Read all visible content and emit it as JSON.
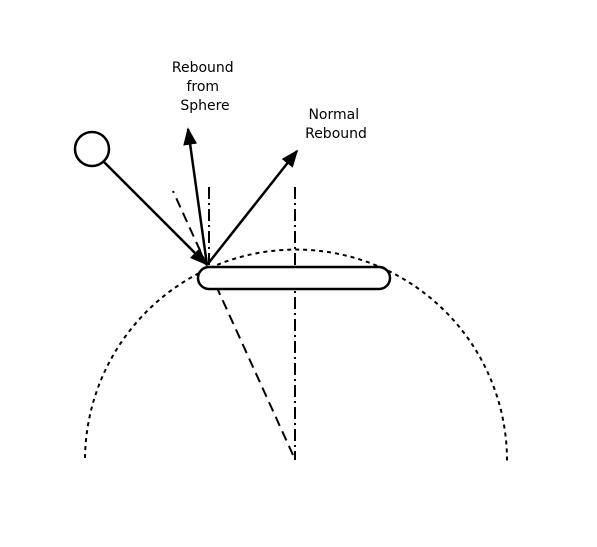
{
  "labels": {
    "rebound_sphere": [
      "Rebound",
      "from",
      "Sphere"
    ],
    "normal_rebound": [
      "Normal",
      "Rebound"
    ]
  },
  "colors": {
    "stroke": "#000000",
    "background": "#ffffff"
  }
}
